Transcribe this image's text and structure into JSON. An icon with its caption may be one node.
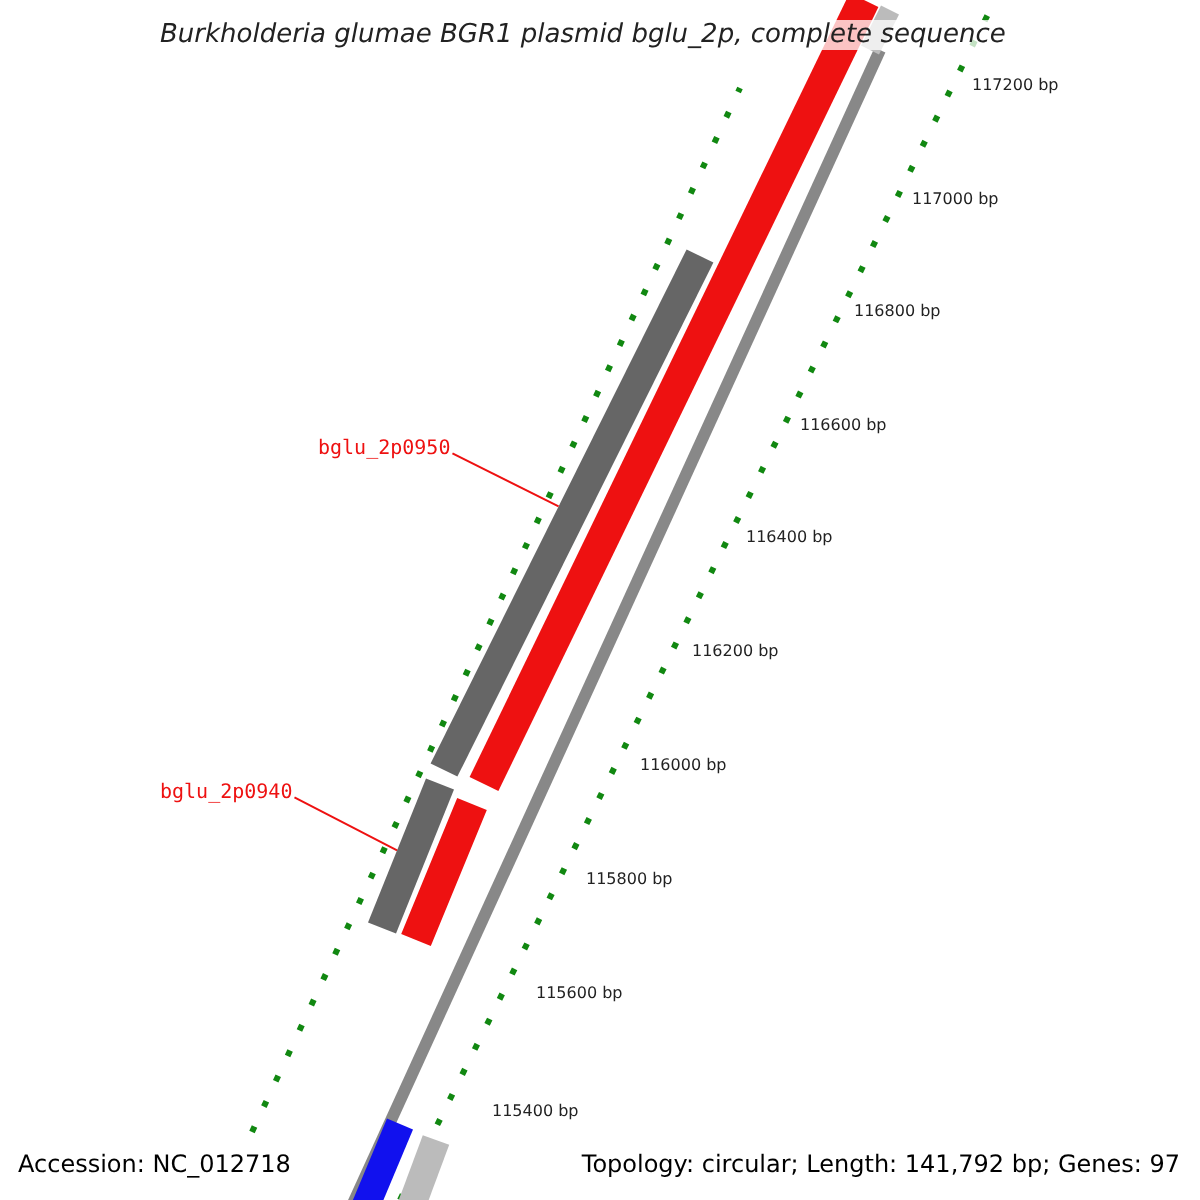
{
  "diagram": {
    "title": "Burkholderia glumae BGR1 plasmid bglu_2p, complete sequence",
    "nodes": [
      {
        "text": [
          "bglu_2p0950"
        ]
      },
      {
        "text": [],
        "shape": "bar"
      },
      {
        "text": [
          "bglu_2p0940"
        ]
      },
      {
        "text": [],
        "shape": "bar"
      }
    ],
    "edges": [
      {
        "from": 0,
        "to": 1,
        "arrow": "none"
      },
      {
        "from": 2,
        "to": 3,
        "arrow": "none"
      }
    ],
    "labels": [
      "117200 bp",
      "117000 bp",
      "116800 bp",
      "116600 bp",
      "116400 bp",
      "116200 bp",
      "116000 bp",
      "115800 bp",
      "115600 bp",
      "115400 bp",
      "Accession: NC_012718",
      "Topology: circular; Length: 141,792 bp; Genes: 97"
    ]
  }
}
